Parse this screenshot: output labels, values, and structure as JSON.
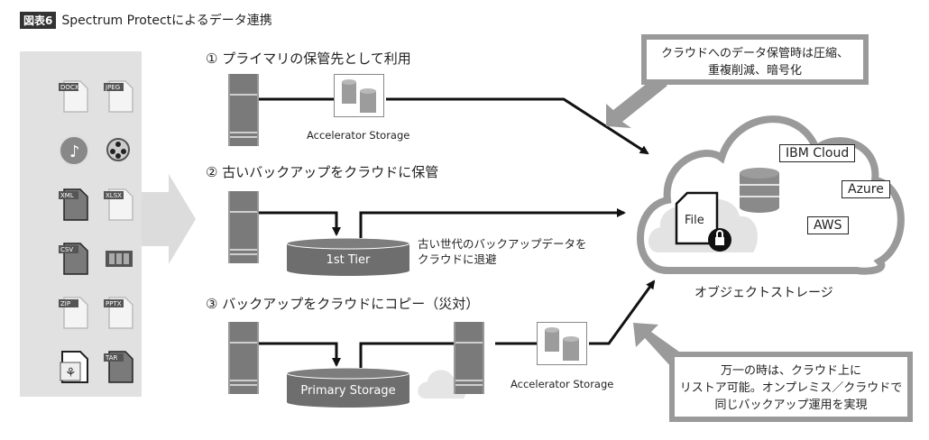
{
  "title": {
    "badge": "図表6",
    "text": "Spectrum Protectによるデータ連携"
  },
  "file_panel": {
    "icons": [
      {
        "name": "docx-file-icon",
        "label": "DOCX"
      },
      {
        "name": "jpeg-file-icon",
        "label": "JPEG"
      },
      {
        "name": "music-file-icon",
        "label": ""
      },
      {
        "name": "video-reel-icon",
        "label": ""
      },
      {
        "name": "xml-file-icon",
        "label": "XML"
      },
      {
        "name": "xlsx-file-icon",
        "label": "XLSX"
      },
      {
        "name": "csv-file-icon",
        "label": "CSV"
      },
      {
        "name": "film-strip-icon",
        "label": ""
      },
      {
        "name": "zip-file-icon",
        "label": "ZIP"
      },
      {
        "name": "pptx-file-icon",
        "label": "PPTX"
      },
      {
        "name": "pdf-file-icon",
        "label": ""
      },
      {
        "name": "tar-file-icon",
        "label": "TAR"
      }
    ]
  },
  "scenarios": [
    {
      "label": "① プライマリの保管先として利用",
      "storage_label": "Accelerator Storage"
    },
    {
      "label": "② 古いバックアップをクラウドに保管",
      "tier_label": "1st Tier",
      "note_line1": "古い世代のバックアップデータを",
      "note_line2": "クラウドに退避"
    },
    {
      "label": "③ バックアップをクラウドにコピー（災対）",
      "primary_label": "Primary Storage",
      "storage_label": "Accelerator Storage"
    }
  ],
  "cloud": {
    "file_label": "File",
    "providers": [
      "IBM Cloud",
      "Azure",
      "AWS"
    ],
    "caption": "オブジェクトストレージ"
  },
  "callouts": {
    "top": [
      "クラウドへのデータ保管時は圧縮、",
      "重複削減、暗号化"
    ],
    "bottom": [
      "万一の時は、クラウド上に",
      "リストア可能。オンプレミス／クラウドで",
      "同じバックアップ運用を実現"
    ]
  },
  "colors": {
    "panel_bg": "#e1e1e1",
    "server": "#7a7a7a",
    "drum": "#6e6e6e",
    "cloud_stroke": "#9a9a9a",
    "line": "#111111"
  }
}
